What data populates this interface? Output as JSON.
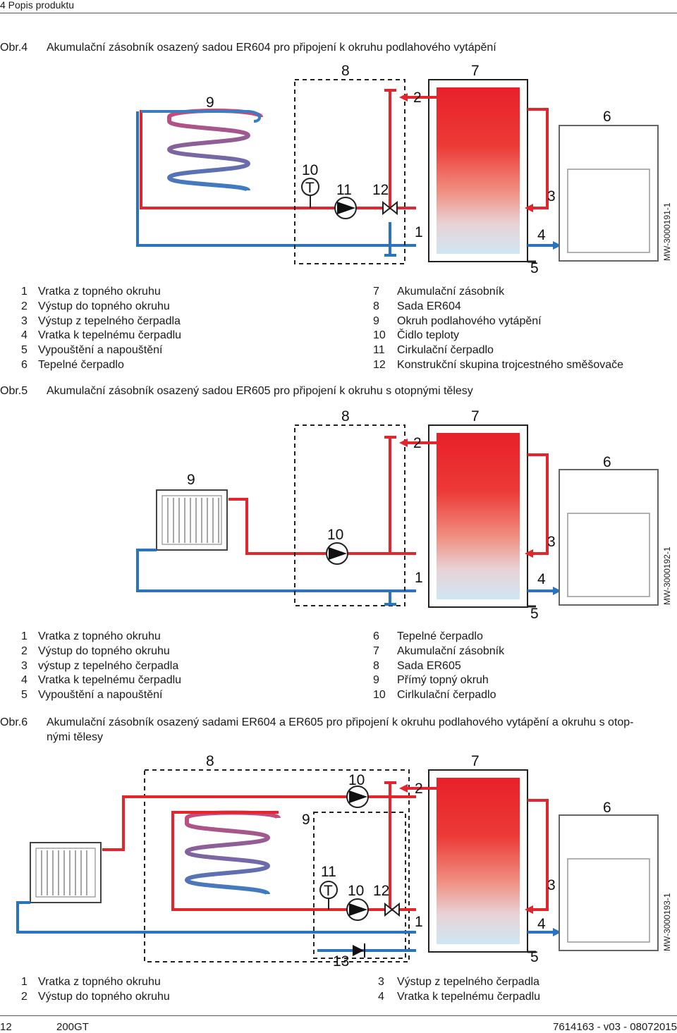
{
  "header": {
    "section": "4   Popis produktu"
  },
  "figures": [
    {
      "number": "Obr.4",
      "caption": "Akumulační zásobník osazený sadou ER604 pro připojení k okruhu podlahového vytápění",
      "code": "MW-3000191-1",
      "labels": [
        "1",
        "2",
        "3",
        "4",
        "5",
        "6",
        "7",
        "8",
        "9",
        "10",
        "11",
        "12",
        "T"
      ],
      "legend_left": [
        {
          "n": "1",
          "t": "Vratka z topného okruhu"
        },
        {
          "n": "2",
          "t": "Výstup do topného okruhu"
        },
        {
          "n": "3",
          "t": "Výstup z tepelného čerpadla"
        },
        {
          "n": "4",
          "t": "Vratka k tepelnému čerpadlu"
        },
        {
          "n": "5",
          "t": "Vypouštění a napouštění"
        },
        {
          "n": "6",
          "t": "Tepelné čerpadlo"
        }
      ],
      "legend_right": [
        {
          "n": "7",
          "t": "Akumulační zásobník"
        },
        {
          "n": "8",
          "t": "Sada ER604"
        },
        {
          "n": "9",
          "t": "Okruh podlahového vytápění"
        },
        {
          "n": "10",
          "t": "Čidlo teploty"
        },
        {
          "n": "11",
          "t": "Cirkulační čerpadlo"
        },
        {
          "n": "12",
          "t": "Konstrukční skupina trojcestného směšovače"
        }
      ]
    },
    {
      "number": "Obr.5",
      "caption": "Akumulační zásobník osazený sadou ER605 pro připojení k okruhu s otopnými tělesy",
      "code": "MW-3000192-1",
      "labels": [
        "1",
        "2",
        "3",
        "4",
        "5",
        "6",
        "7",
        "8",
        "9",
        "10"
      ],
      "legend_left": [
        {
          "n": "1",
          "t": "Vratka z topného okruhu"
        },
        {
          "n": "2",
          "t": "Výstup do topného okruhu"
        },
        {
          "n": "3",
          "t": "výstup z tepelného čerpadla"
        },
        {
          "n": "4",
          "t": "Vratka k tepelnému čerpadlu"
        },
        {
          "n": "5",
          "t": "Vypouštění a napouštění"
        }
      ],
      "legend_right": [
        {
          "n": "6",
          "t": "Tepelné čerpadlo"
        },
        {
          "n": "7",
          "t": "Akumulační zásobník"
        },
        {
          "n": "8",
          "t": "Sada ER605"
        },
        {
          "n": "9",
          "t": "Přímý topný okruh"
        },
        {
          "n": "10",
          "t": "Cirlkulační čerpadlo"
        }
      ]
    },
    {
      "number": "Obr.6",
      "caption_line1": "Akumulační zásobník osazený sadami ER604 a ER605 pro připojení k okruhu podlahového vytápění a okruhu s otop-",
      "caption_line2": "nými tělesy",
      "code": "MW-3000193-1",
      "labels": [
        "1",
        "2",
        "3",
        "4",
        "5",
        "6",
        "7",
        "8",
        "9",
        "10",
        "10",
        "11",
        "12",
        "13",
        "T"
      ],
      "legend_left": [
        {
          "n": "1",
          "t": "Vratka z topného okruhu"
        },
        {
          "n": "2",
          "t": "Výstup do topného okruhu"
        }
      ],
      "legend_right": [
        {
          "n": "3",
          "t": "Výstup z tepelného čerpadla"
        },
        {
          "n": "4",
          "t": "Vratka k tepelnému čerpadlu"
        }
      ]
    }
  ],
  "footer": {
    "page": "12",
    "product": "200GT",
    "doc": "7614163 - v03 - 08072015"
  },
  "colors": {
    "red": "#e3262d",
    "blue": "#2a74bf",
    "tank_top": "#e8202a",
    "tank_bottom": "#d6ecf5",
    "box": "#666666"
  }
}
